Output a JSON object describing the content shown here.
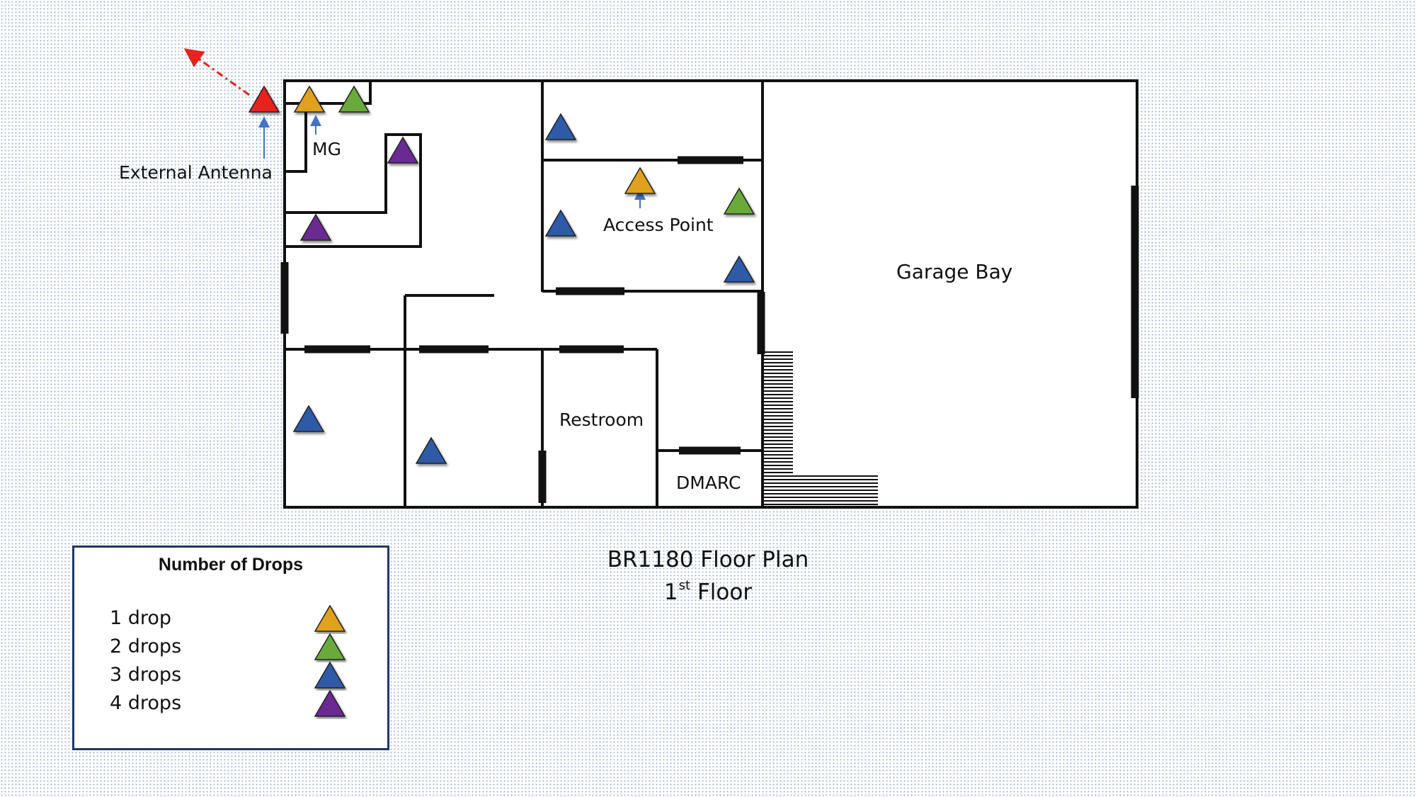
{
  "labels": {
    "external_antenna": "External Antenna",
    "mg": "MG",
    "access_point": "Access Point",
    "garage_bay": "Garage Bay",
    "restroom": "Restroom",
    "dmarc": "DMARC"
  },
  "title": {
    "line1": "BR1180 Floor Plan",
    "line2_number": "1",
    "line2_suffix": "st",
    "line2_rest": " Floor"
  },
  "legend": {
    "title": "Number of Drops",
    "items": [
      {
        "label": "1 drop",
        "color": "#e0a21f"
      },
      {
        "label": "2 drops",
        "color": "#6aaa3a"
      },
      {
        "label": "3 drops",
        "color": "#2f5aa8"
      },
      {
        "label": "4 drops",
        "color": "#6b2c91"
      }
    ]
  },
  "colors": {
    "external_antenna": "#e8231e",
    "wall": "#111111",
    "arrow": "#4472c4",
    "dash_arrow": "#e8231e"
  },
  "markers": [
    {
      "room": "external-antenna",
      "drops": 0
    },
    {
      "room": "mg",
      "drops": 1
    },
    {
      "room": "mg",
      "drops": 2
    },
    {
      "room": "office-nw",
      "drops": 4
    },
    {
      "room": "office-nw",
      "drops": 4
    },
    {
      "room": "office-n",
      "drops": 3
    },
    {
      "room": "access-point",
      "drops": 1
    },
    {
      "room": "office-center",
      "drops": 3
    },
    {
      "room": "office-center",
      "drops": 2
    },
    {
      "room": "office-center",
      "drops": 3
    },
    {
      "room": "office-sw",
      "drops": 3
    },
    {
      "room": "office-s",
      "drops": 3
    }
  ]
}
